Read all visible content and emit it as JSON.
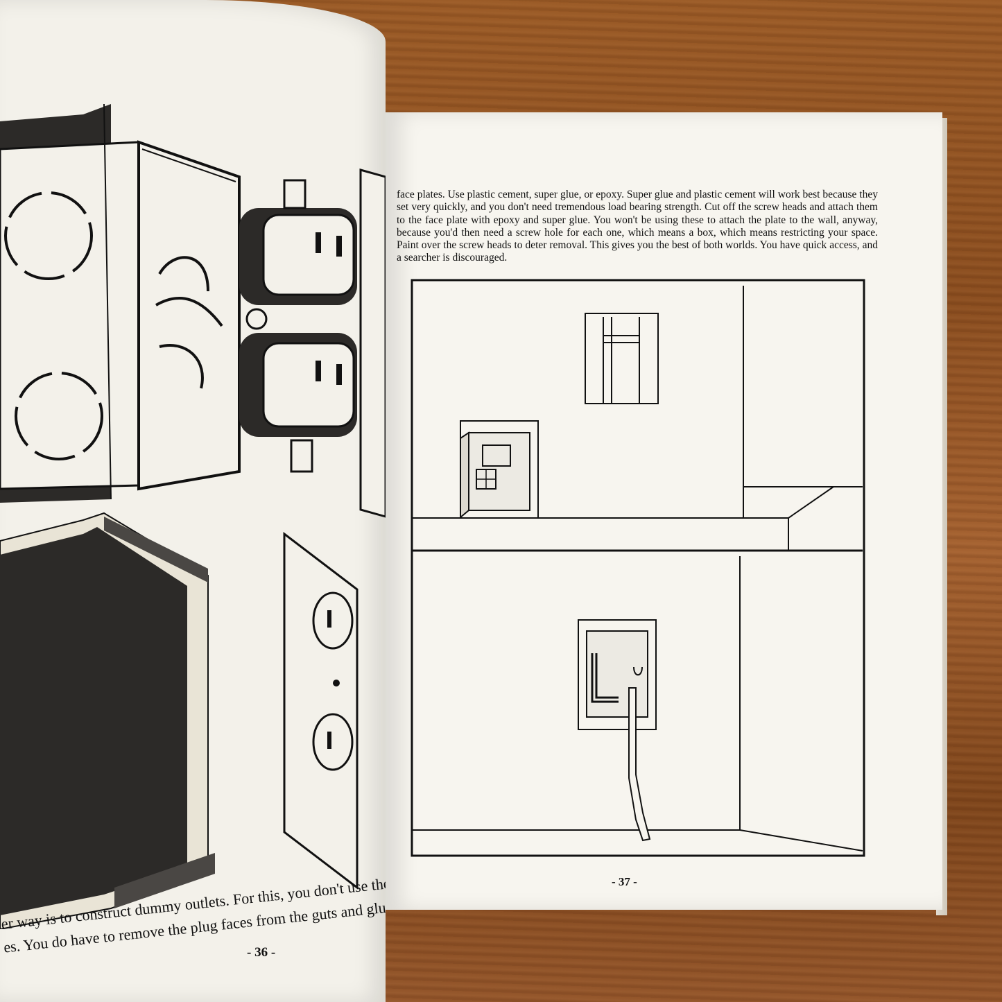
{
  "right_page": {
    "paragraph": "face plates. Use plastic cement, super glue, or epoxy. Super glue and plastic cement will work best because they set very quickly, and you don't need tremendous load bearing strength. Cut off the screw heads and attach them to the face plate with epoxy and super glue. You won't be using these to attach the plate to the wall, anyway, because you'd then need a screw hole for each one, which means a box, which means restricting your space. Paint over the screw heads to deter removal. This gives you the best of both worlds. You have quick access, and a searcher is discouraged.",
    "page_number": "- 37 -"
  },
  "left_page": {
    "line1": "er way is to construct dummy outlets. For this, you don't use the entire outlet",
    "line2": "es. You do have to remove the plug faces from the guts and glue them onto",
    "page_number": "- 36 -"
  },
  "colors": {
    "wood": "#8a4d1f",
    "paper": "#f5f3ec",
    "ink": "#111111"
  }
}
